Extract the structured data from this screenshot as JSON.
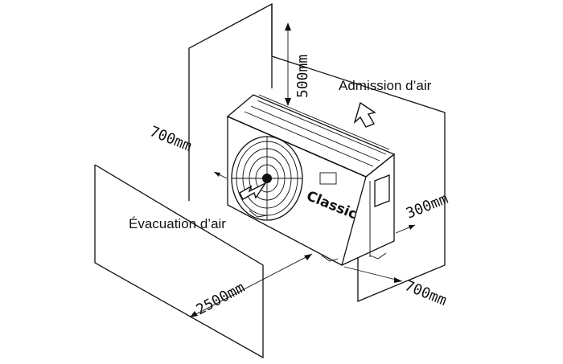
{
  "diagram": {
    "labels": {
      "air_intake": "Admission d’air",
      "air_exhaust": "Évacuation d’air",
      "brand": "Classic"
    },
    "dimensions": {
      "top_clearance": "500mm",
      "left_clearance": "700mm",
      "rear_clearance": "300mm",
      "right_clearance": "700mm",
      "front_clearance": "2500mm"
    }
  }
}
